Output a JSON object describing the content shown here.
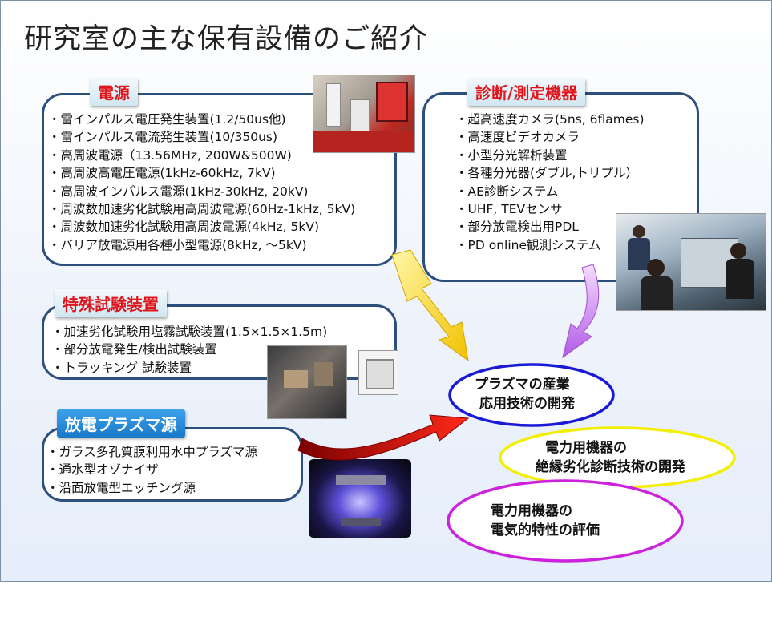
{
  "title": "研究室の主な保有設備のご紹介",
  "sections": {
    "power": {
      "label": "電源",
      "items": [
        "・雷インパルス電圧発生装置(1.2/50us他)",
        "・雷インパルス電流発生装置(10/350us)",
        "・高周波電源（13.56MHz, 200W&500W)",
        "・高周波高電圧電源(1kHz-60kHz, 7kV)",
        "・高周波インパルス電源(1kHz-30kHz, 20kV)",
        "・周波数加速劣化試験用高周波電源(60Hz-1kHz, 5kV)",
        "・周波数加速劣化試験用高周波電源(4kHz, 5kV)",
        "・バリア放電源用各種小型電源(8kHz, ～5kV)"
      ]
    },
    "diagnosis": {
      "label": "診断/測定機器",
      "items": [
        "・超高速度カメラ(5ns, 6flames)",
        "・高速度ビデオカメラ",
        "・小型分光解析装置",
        "・各種分光器(ダブル,トリプル）",
        "・AE診断システム",
        "・UHF, TEVセンサ",
        "・部分放電検出用PDL",
        "・PD online観測システム"
      ]
    },
    "special": {
      "label": "特殊試験装置",
      "items": [
        "・加速劣化試験用塩霧試験装置(1.5×1.5×1.5m)",
        "・部分放電発生/検出試験装置",
        "・トラッキング 試験装置"
      ]
    },
    "plasma": {
      "label": "放電プラズマ源",
      "items": [
        "・ガラス多孔質膜利用水中プラズマ源",
        "・通水型オゾナイザ",
        "・沿面放電型エッチング源"
      ]
    }
  },
  "outcomes": [
    {
      "line1": "プラズマの産業",
      "line2": "応用技術の開発",
      "color": "#1a1ad6"
    },
    {
      "line1": "電力用機器の",
      "line2": "絶縁劣化診断技術の開発",
      "color": "#f2ef00"
    },
    {
      "line1": "電力用機器の",
      "line2": "電気的特性の評価",
      "color": "#cc22dd"
    }
  ]
}
